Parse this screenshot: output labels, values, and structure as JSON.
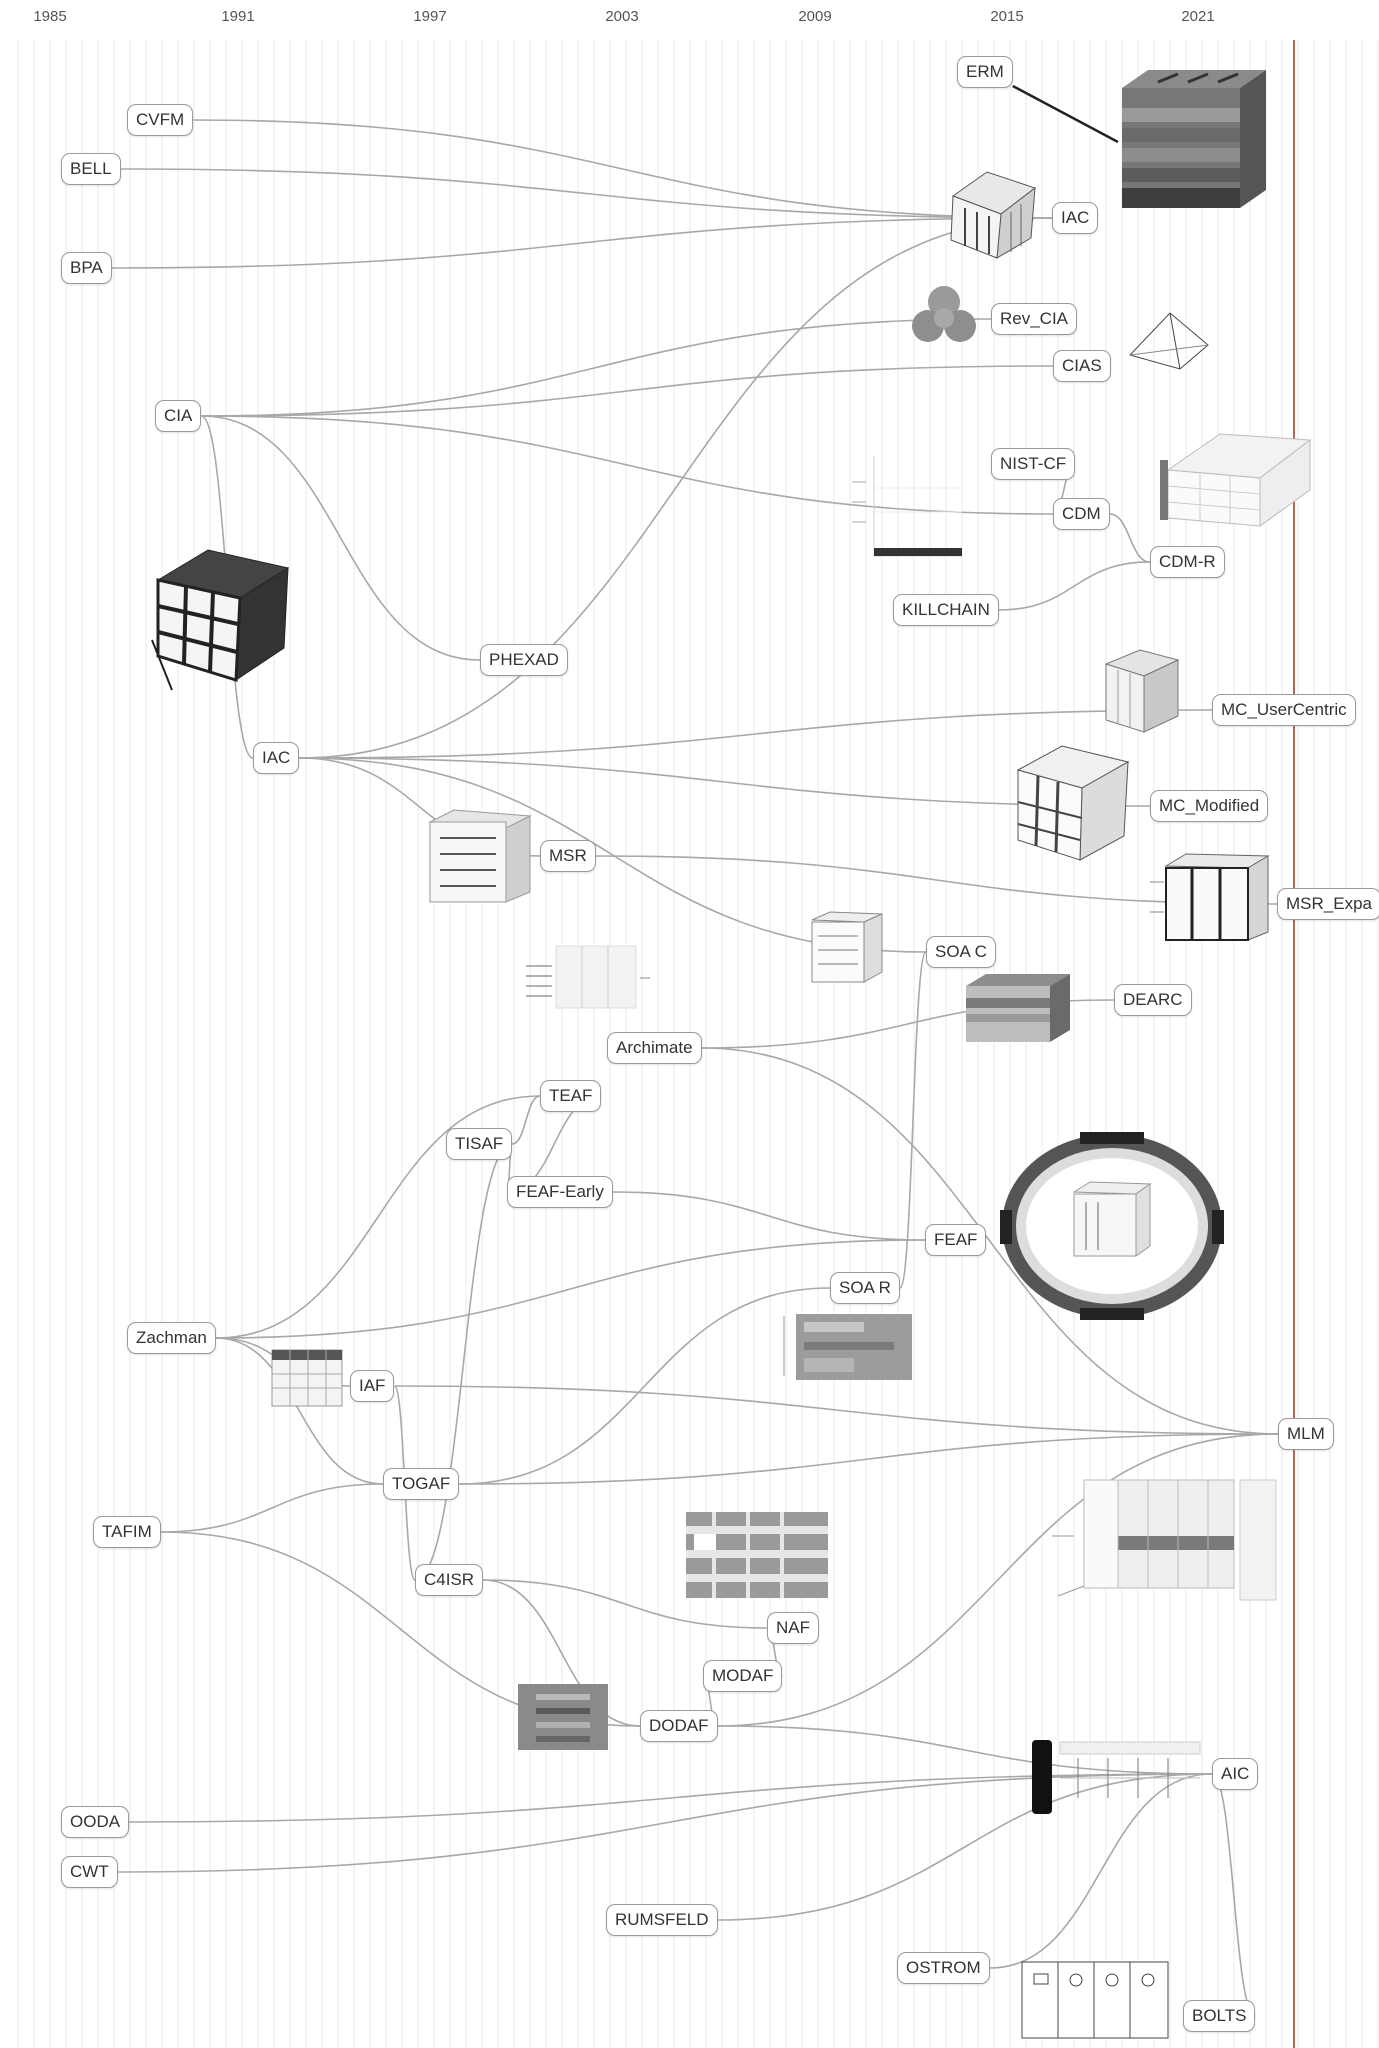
{
  "timeline": {
    "years": [
      "1985",
      "1991",
      "1997",
      "2003",
      "2009",
      "2015",
      "2021"
    ]
  },
  "nodes": {
    "erm": "ERM",
    "cvfm": "CVFM",
    "bell": "BELL",
    "iac_top": "IAC",
    "bpa": "BPA",
    "rev_cia": "Rev_CIA",
    "cias": "CIAS",
    "cia": "CIA",
    "nist_cf": "NIST-CF",
    "cdm": "CDM",
    "cdm_r": "CDM-R",
    "killchain": "KILLCHAIN",
    "phexad": "PHEXAD",
    "mc_usercentric": "MC_UserCentric",
    "iac_mid": "IAC",
    "mc_modified": "MC_Modified",
    "msr": "MSR",
    "msr_expa": "MSR_Expa",
    "soa_c": "SOA C",
    "dearc": "DEARC",
    "archimate": "Archimate",
    "teaf": "TEAF",
    "tisaf": "TISAF",
    "feaf_early": "FEAF-Early",
    "feaf": "FEAF",
    "soa_r": "SOA R",
    "zachman": "Zachman",
    "iaf": "IAF",
    "mlm": "MLM",
    "togaf": "TOGAF",
    "tafim": "TAFIM",
    "c4isr": "C4ISR",
    "naf": "NAF",
    "modaf": "MODAF",
    "dodaf": "DODAF",
    "aic": "AIC",
    "ooda": "OODA",
    "cwt": "CWT",
    "rumsfeld": "RUMSFELD",
    "ostrom": "OSTROM",
    "bolts": "BOLTS"
  },
  "colors": {
    "accent_line": "#b06a50",
    "edge": "#a8a8a8",
    "grid": "#e9e9e9"
  }
}
